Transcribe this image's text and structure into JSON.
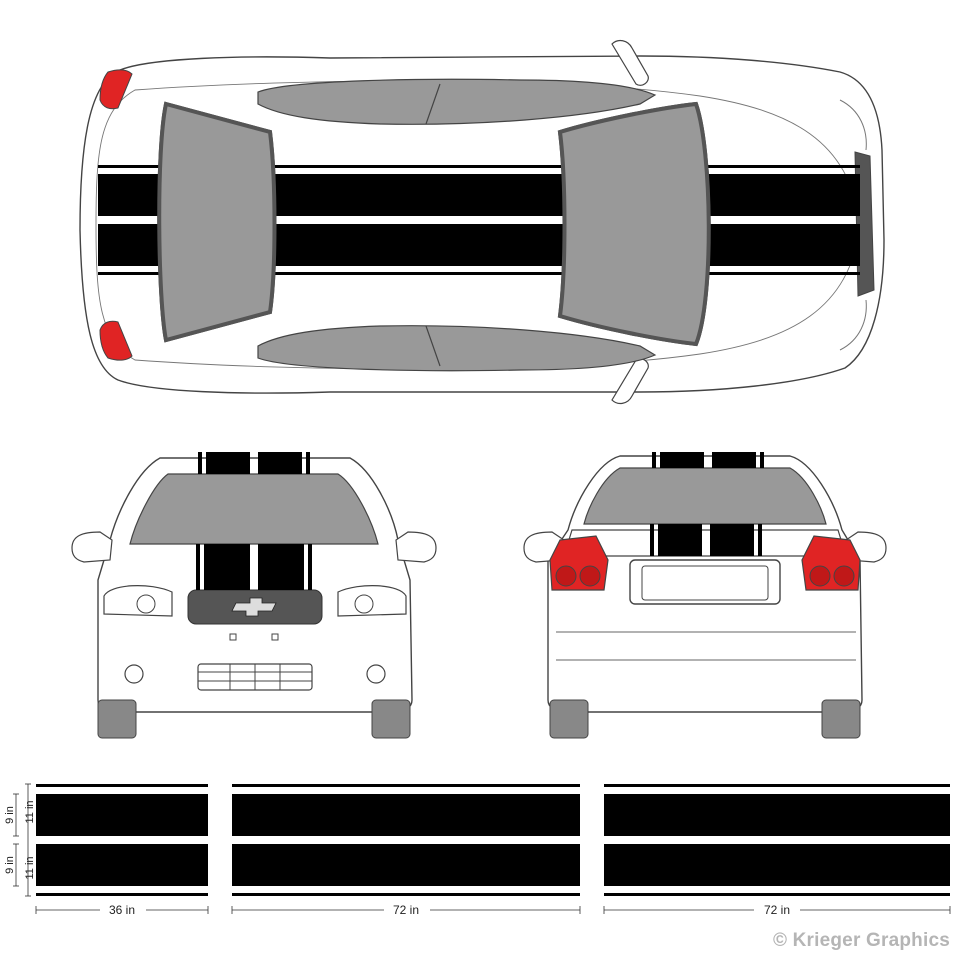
{
  "colors": {
    "stripe": "#000000",
    "glass": "#999999",
    "glass_dark": "#555555",
    "tail_light": "#e02424",
    "body_outline": "#444444",
    "body_fill": "#ffffff"
  },
  "views": {
    "top": "top-view",
    "front": "front-view",
    "rear": "rear-view"
  },
  "dimensions": {
    "stripe_width": "9 in",
    "stripe_set_width": "11 in",
    "segment_1_length": "36 in",
    "segment_2_length": "72 in",
    "segment_3_length": "72 in"
  },
  "copyright": "© Krieger Graphics"
}
